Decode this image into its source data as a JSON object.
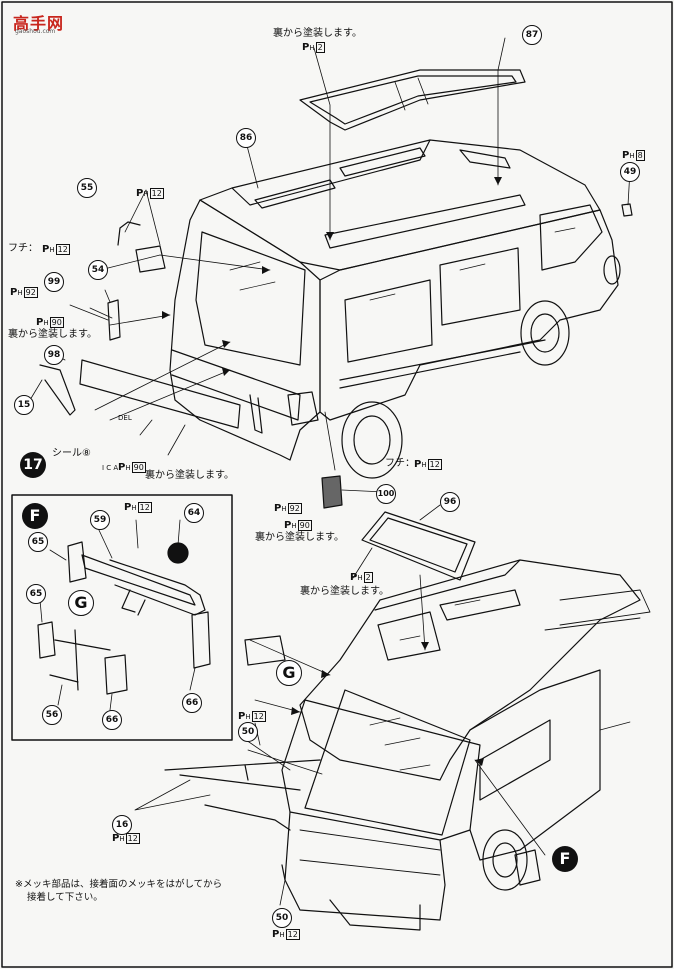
{
  "logo": {
    "text": "高手网",
    "sub": "gaoshou.com"
  },
  "step_number": "17",
  "note_lines": [
    "※メッキ部品は、接着面のメッキをはがしてから",
    "接着して下さい。"
  ],
  "labels": {
    "paint_back": "裏から塗装します。",
    "fuchi": "フチ：",
    "seal": "シール⑧",
    "del": "DEL",
    "ica": "I C A"
  },
  "ph_prefix": "P",
  "ph_sub": "H",
  "ph_codes": {
    "c2": "2",
    "c8": "8",
    "c12": "12",
    "c90": "90",
    "c92": "92"
  },
  "part_numbers": {
    "p87": "87",
    "p86": "86",
    "p55": "55",
    "p54": "54",
    "p99": "99",
    "p98": "98",
    "p15": "15",
    "p49": "49",
    "p100": "100",
    "p96": "96",
    "p64": "64",
    "p59": "59",
    "p65": "65",
    "p66": "66",
    "p56": "56",
    "p50": "50",
    "p16": "16"
  },
  "callouts": {
    "F": "F",
    "G": "G"
  }
}
